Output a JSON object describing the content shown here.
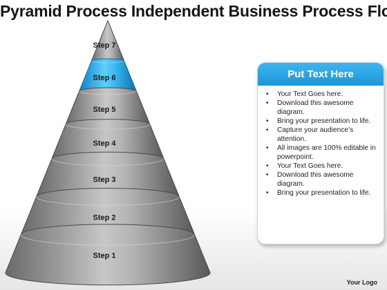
{
  "title": "Pyramid Process Independent Business Process Flow",
  "steps": [
    {
      "label": "Step 1",
      "highlight": false
    },
    {
      "label": "Step 2",
      "highlight": false
    },
    {
      "label": "Step 3",
      "highlight": false
    },
    {
      "label": "Step 4",
      "highlight": false
    },
    {
      "label": "Step 5",
      "highlight": false
    },
    {
      "label": "Step 6",
      "highlight": true
    },
    {
      "label": "Step 7",
      "highlight": false
    }
  ],
  "panel": {
    "header": "Put Text Here",
    "items": [
      "Your Text Goes here.",
      "Download this awesome diagram.",
      "Bring your presentation to life.",
      "Capture your audience’s attention.",
      "All images are 100% editable in powerpoint.",
      "Your Text Goes here.",
      "Download this awesome diagram.",
      "Bring your presentation to life."
    ]
  },
  "logo": "Your Logo",
  "colors": {
    "gray_dark": "#5e5e5e",
    "gray_mid": "#9a9a9a",
    "gray_light": "#c4c4c4",
    "highlight_dark": "#0f7fc6",
    "highlight_light": "#4ec3f5",
    "accent": "#1c96d8"
  }
}
